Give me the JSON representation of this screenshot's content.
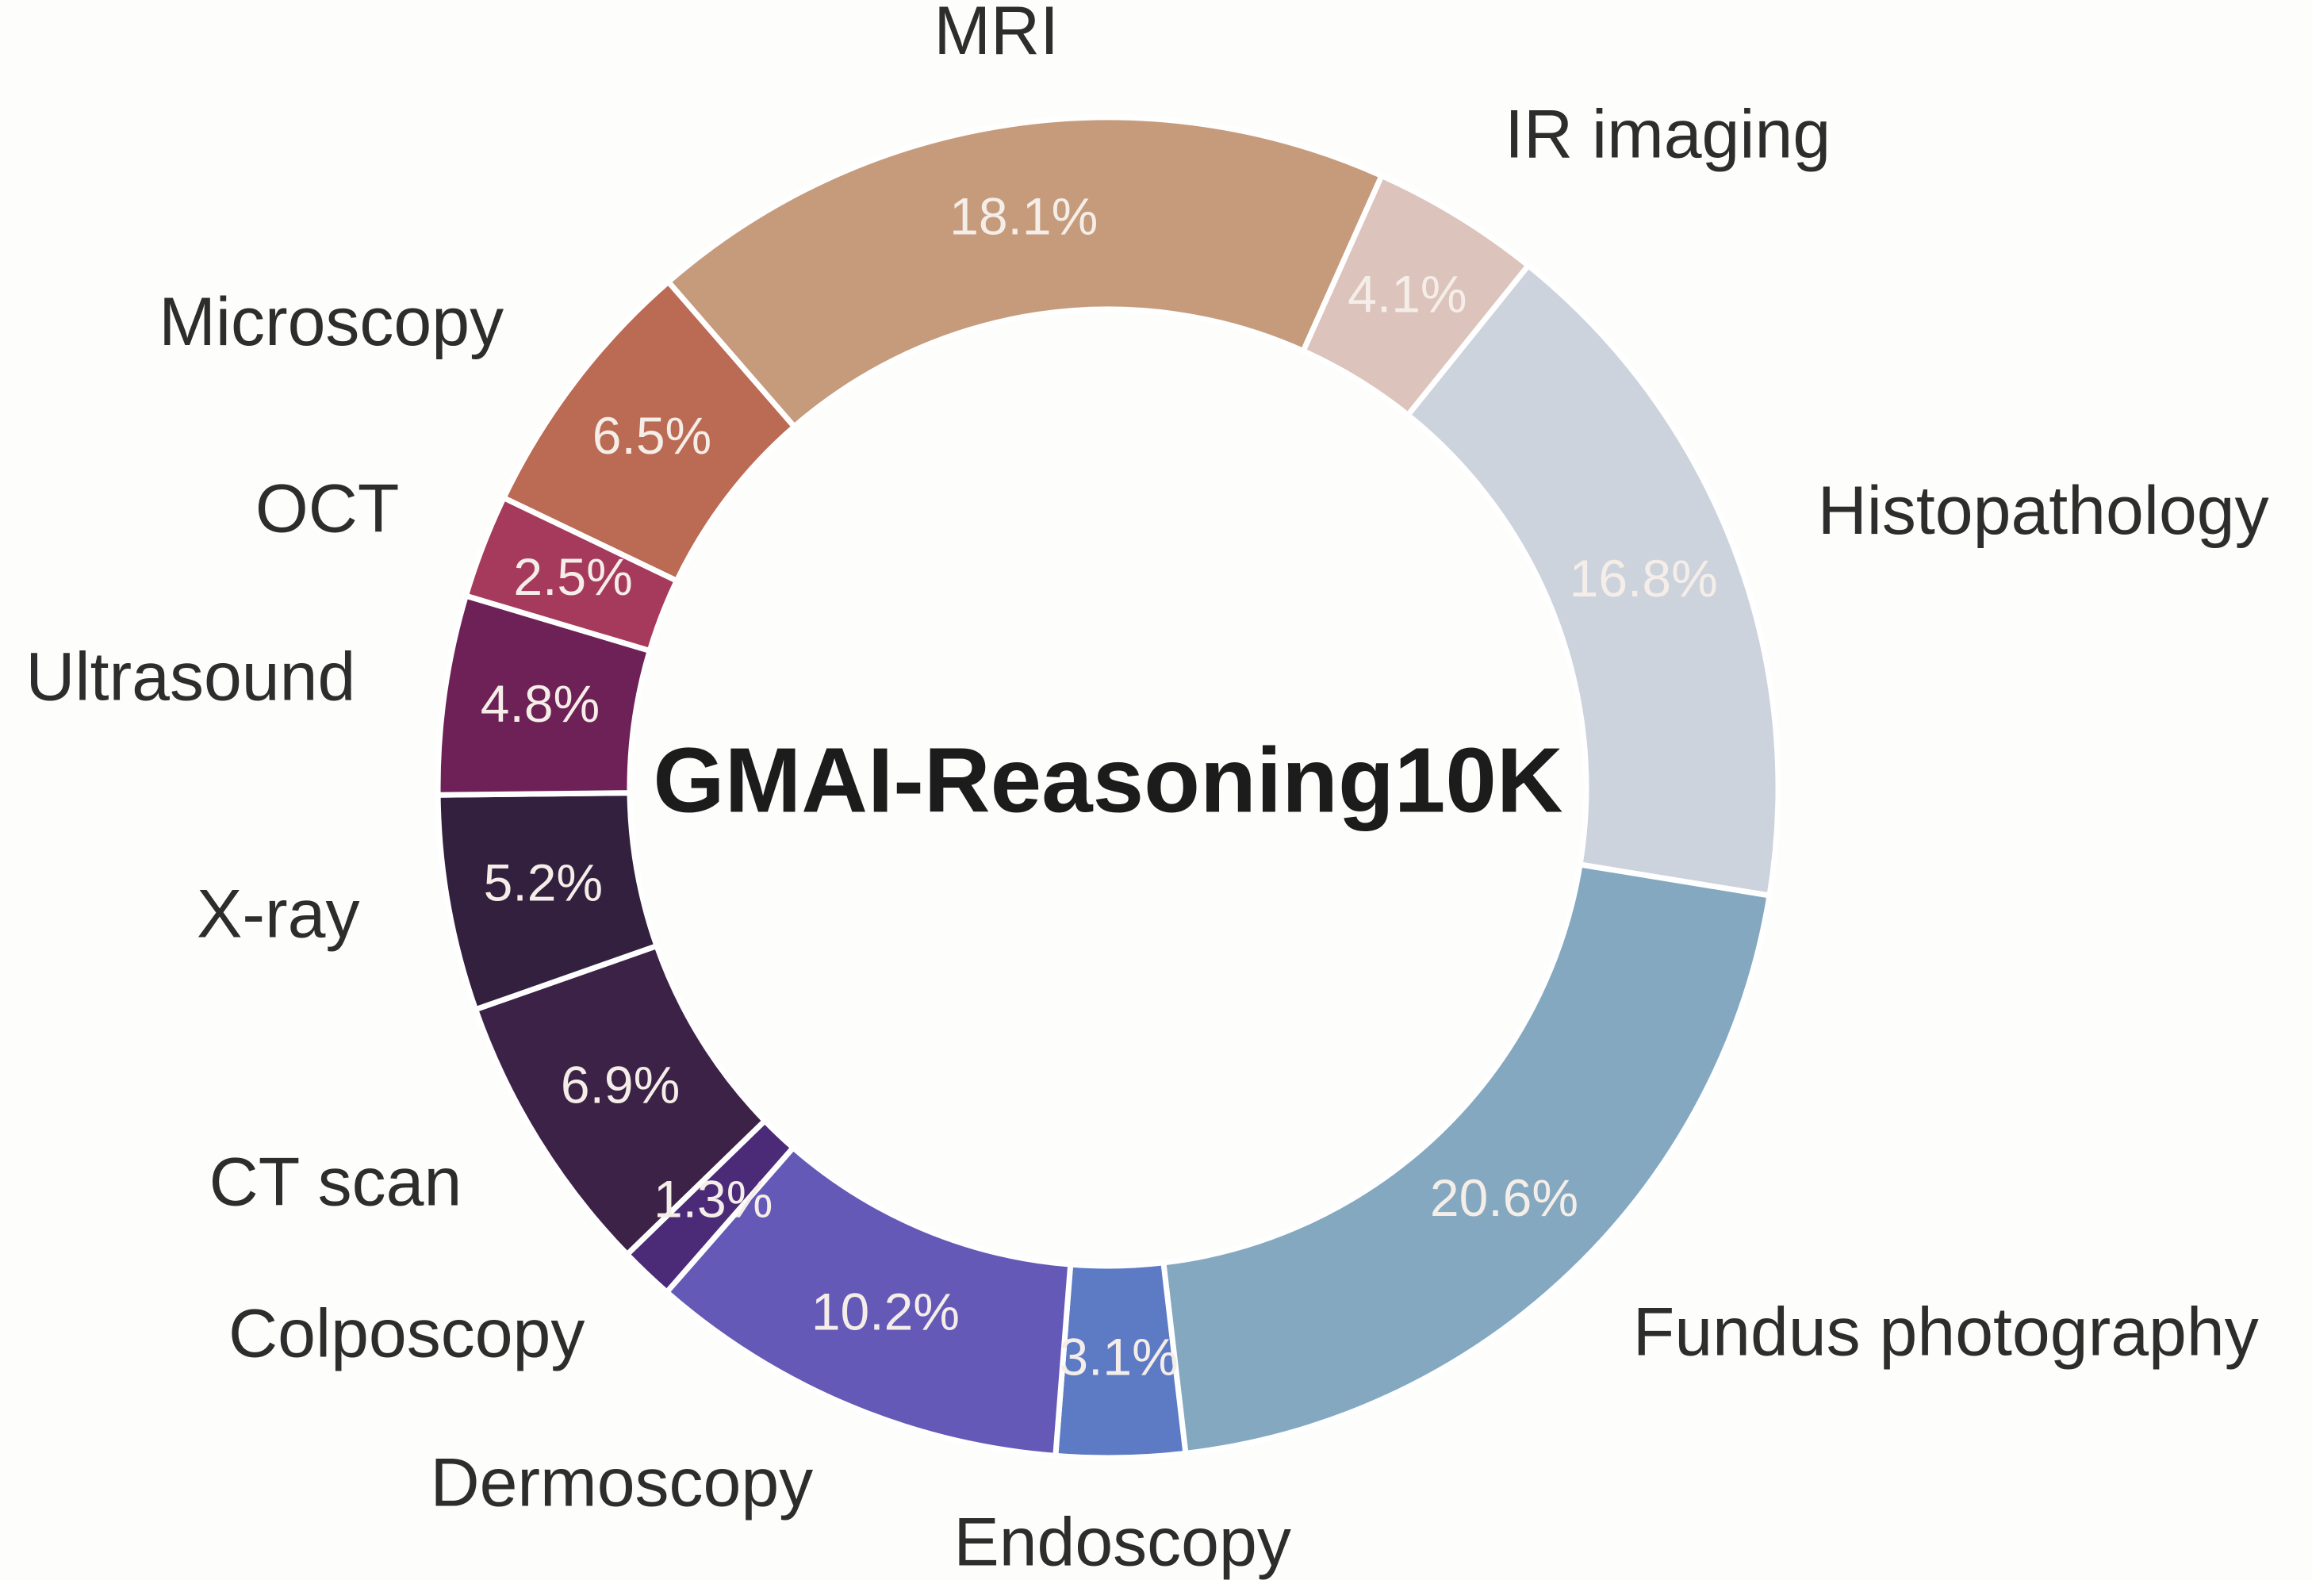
{
  "figure": {
    "background_color": "#fdfdfb",
    "category_label_color": "#2d2d2d",
    "value_label_color": "#f5eee8",
    "title_color": "#1c1c1c",
    "separator_color": "#ffffff"
  },
  "chart_data": {
    "type": "pie",
    "subtype": "donut",
    "title": "GMAI-Reasoning10K",
    "unit": "%",
    "legend": "none",
    "direction": "clockwise",
    "start_angle_deg_clockwise_from_top": -41,
    "donut_inner_ratio": 0.714,
    "slices": [
      {
        "label": "MRI",
        "value": 18.1,
        "value_label": "18.1%",
        "color": "#c69b7c"
      },
      {
        "label": "IR imaging",
        "value": 4.1,
        "value_label": "4.1%",
        "color": "#dcc3bb"
      },
      {
        "label": "Histopathology",
        "value": 16.8,
        "value_label": "16.8%",
        "color": "#cdd3dc"
      },
      {
        "label": "Fundus photography",
        "value": 20.6,
        "value_label": "20.6%",
        "color": "#84a8c0"
      },
      {
        "label": "Endoscopy",
        "value": 3.1,
        "value_label": "3.1%",
        "color": "#5d7ac5"
      },
      {
        "label": "Dermoscopy",
        "value": 10.2,
        "value_label": "10.2%",
        "color": "#6559b7"
      },
      {
        "label": "Colposcopy",
        "value": 1.3,
        "value_label": "1.3%",
        "color": "#4b2b77"
      },
      {
        "label": "CT scan",
        "value": 6.9,
        "value_label": "6.9%",
        "color": "#3d2248"
      },
      {
        "label": "X-ray",
        "value": 5.2,
        "value_label": "5.2%",
        "color": "#33203f"
      },
      {
        "label": "Ultrasound",
        "value": 4.8,
        "value_label": "4.8%",
        "color": "#6d2157"
      },
      {
        "label": "OCT",
        "value": 2.5,
        "value_label": "2.5%",
        "color": "#a63a5c"
      },
      {
        "label": "Microscopy",
        "value": 6.5,
        "value_label": "6.5%",
        "color": "#bb6a53"
      }
    ]
  }
}
